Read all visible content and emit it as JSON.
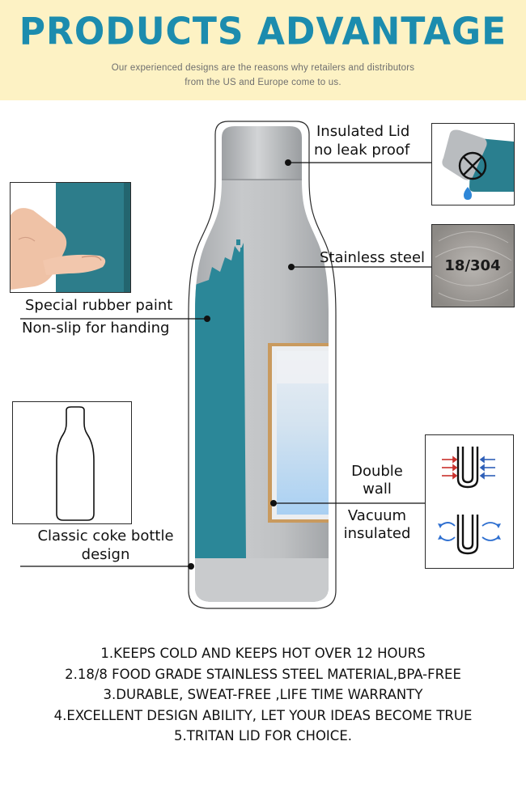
{
  "banner": {
    "title": "PRODUCTS ADVANTAGE",
    "subtitle_line1": "Our experienced designs are the reasons why retailers and distributors",
    "subtitle_line2": "from the US and Europe come to us."
  },
  "callouts": {
    "lid_line1": "Insulated Lid",
    "lid_line2": "no leak proof",
    "steel": "Stainless steel",
    "steel_badge": "18/304",
    "rubber_line1": "Special rubber paint",
    "rubber_line2": "Non-slip for handing",
    "double_line1": "Double",
    "double_line2": "wall",
    "vacuum_line1": "Vacuum",
    "vacuum_line2": "insulated",
    "classic_line1": "Classic coke bottle",
    "classic_line2": "design"
  },
  "features": [
    "1.KEEPS COLD AND KEEPS HOT  OVER 12 HOURS",
    "2.18/8 FOOD GRADE STAINLESS STEEL MATERIAL,BPA-FREE",
    "3.DURABLE, SWEAT-FREE ,LIFE TIME WARRANTY",
    "4.EXCELLENT DESIGN ABILITY, LET YOUR IDEAS BECOME TRUE",
    "5.TRITAN LID FOR CHOICE."
  ],
  "colors": {
    "title": "#1c8cae",
    "banner_bg": "#fdf2c4",
    "rubber_teal": "#2b8798",
    "steel_gray": "#b8bbbe"
  },
  "icons": [
    "no-leak-icon",
    "water-drop-icon",
    "heat-arrows-icon",
    "vacuum-arrows-icon",
    "bottle-outline-icon"
  ]
}
